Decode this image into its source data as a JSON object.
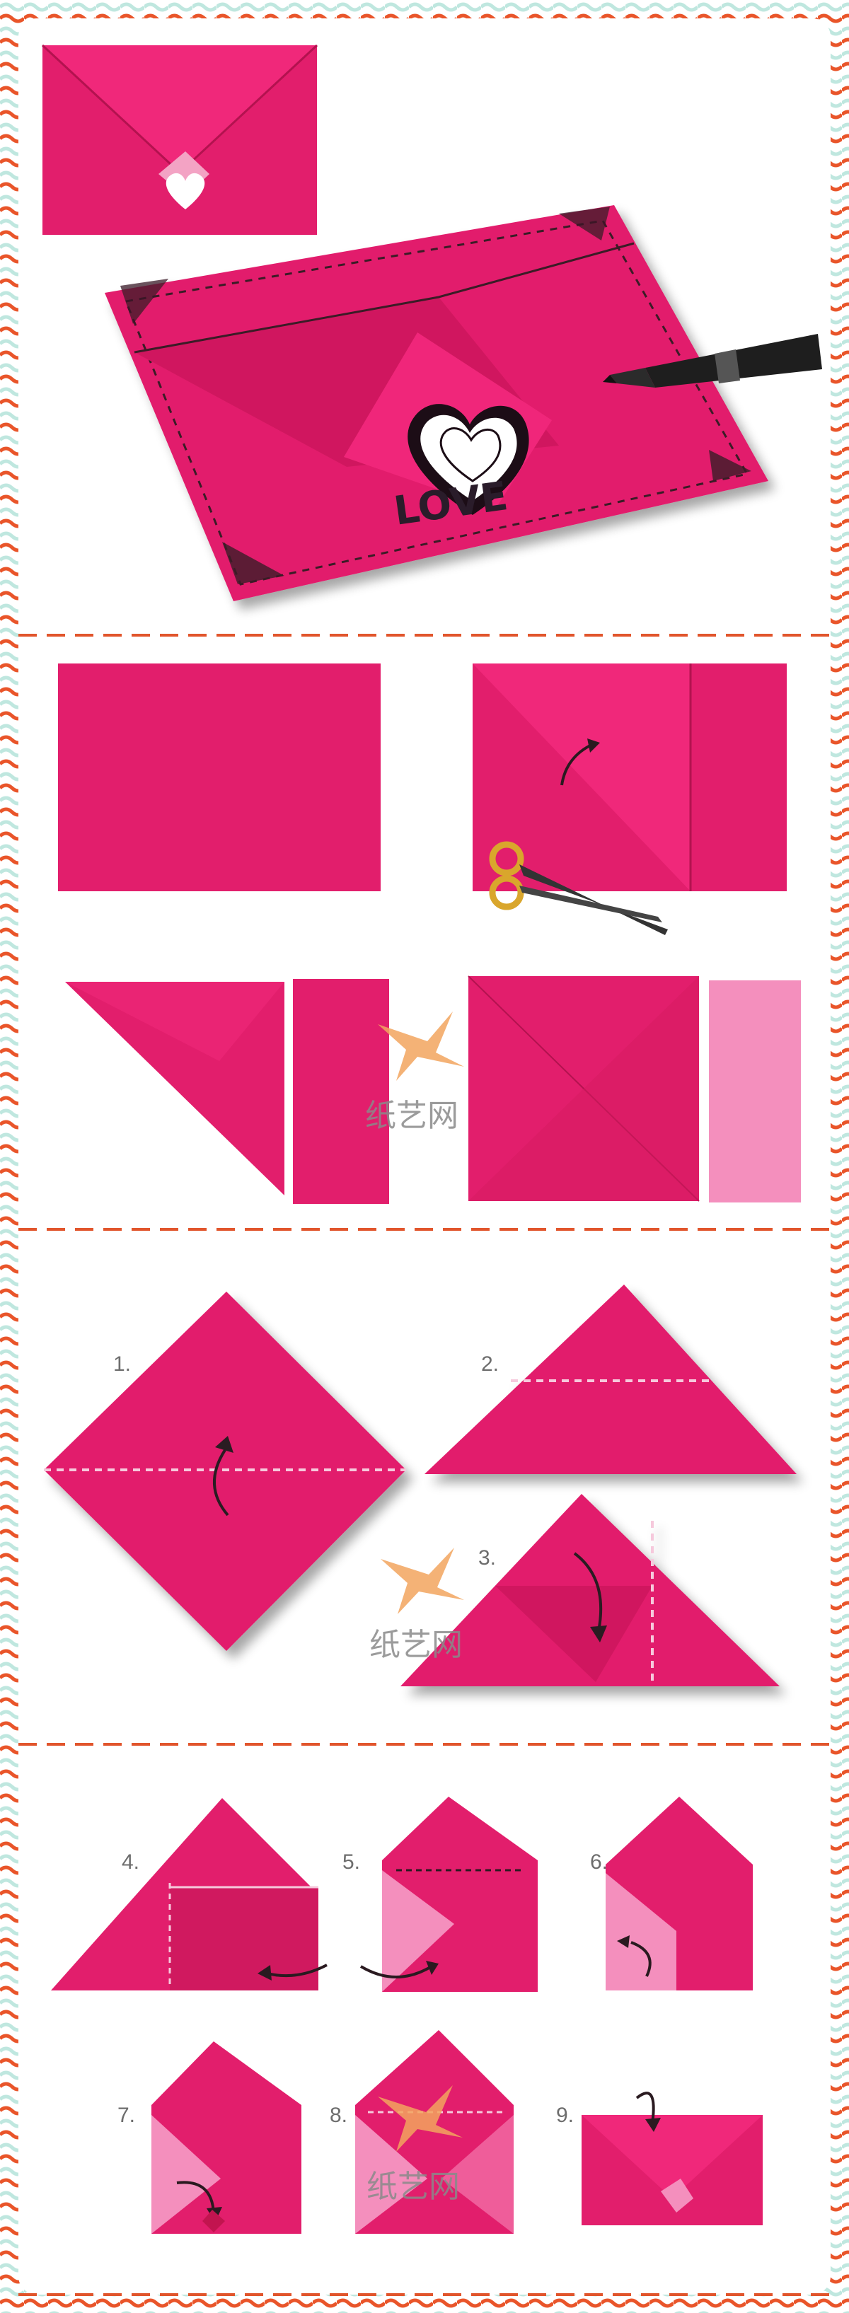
{
  "watermark": {
    "text": "纸艺网"
  },
  "step_labels": [
    "1.",
    "2.",
    "3.",
    "4.",
    "5.",
    "6.",
    "7.",
    "8.",
    "9."
  ],
  "envelope_lettering": {
    "word": "LOVE"
  },
  "colors": {
    "paper_pink": "#e21e6c",
    "paper_pink_light": "#ef5d9a",
    "paper_pink_pale": "#f48fbd",
    "border_orange": "#e9552a",
    "border_mint": "#bfe7df",
    "watermark_orange": "#f2a55e"
  }
}
